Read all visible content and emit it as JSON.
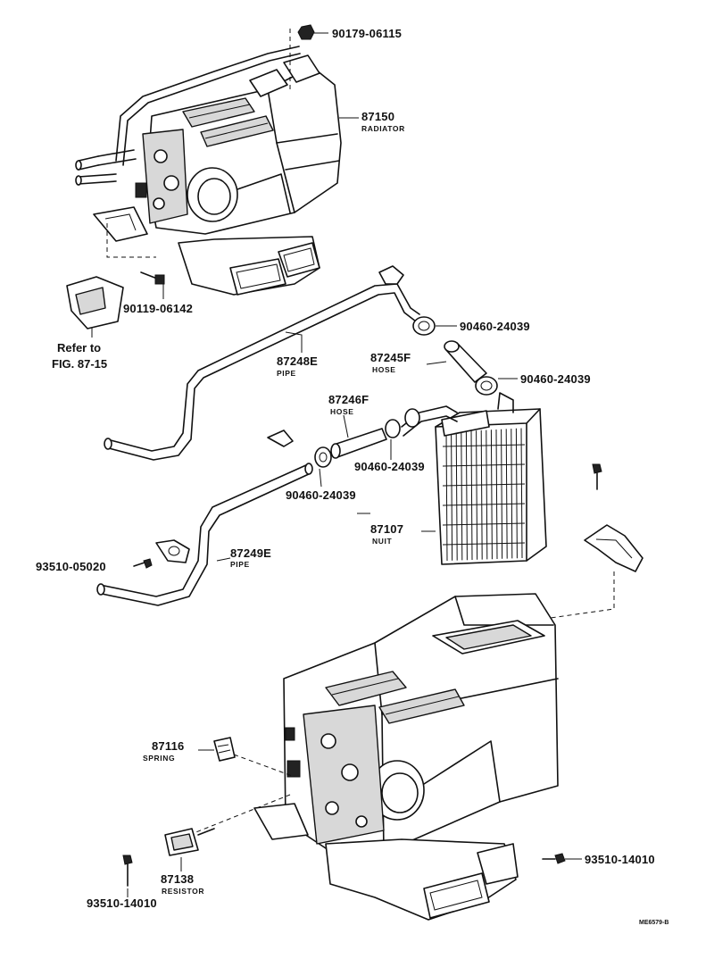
{
  "parts": {
    "p90179_06115": {
      "number": "90179-06115"
    },
    "p87150": {
      "number": "87150",
      "name": "RADIATOR"
    },
    "p90119_06142": {
      "number": "90119-06142"
    },
    "reference": {
      "line1": "Refer to",
      "line2": "FIG. 87-15"
    },
    "p90460_24039_a": {
      "number": "90460-24039"
    },
    "p87245F": {
      "number": "87245F",
      "name": "HOSE"
    },
    "p90460_24039_b": {
      "number": "90460-24039"
    },
    "p87248E": {
      "number": "87248E",
      "name": "PIPE"
    },
    "p87246F": {
      "number": "87246F",
      "name": "HOSE"
    },
    "p90460_24039_c": {
      "number": "90460-24039"
    },
    "p90460_24039_d": {
      "number": "90460-24039"
    },
    "p87107": {
      "number": "87107",
      "name": "NUIT"
    },
    "p87249E": {
      "number": "87249E",
      "name": "PIPE"
    },
    "p93510_05020": {
      "number": "93510-05020"
    },
    "p87116": {
      "number": "87116",
      "name": "SPRING"
    },
    "p87138": {
      "number": "87138",
      "name": "RESISTOR"
    },
    "p93510_14010_a": {
      "number": "93510-14010"
    },
    "p93510_14010_b": {
      "number": "93510-14010"
    }
  },
  "diagram_code": "ME6579-B"
}
